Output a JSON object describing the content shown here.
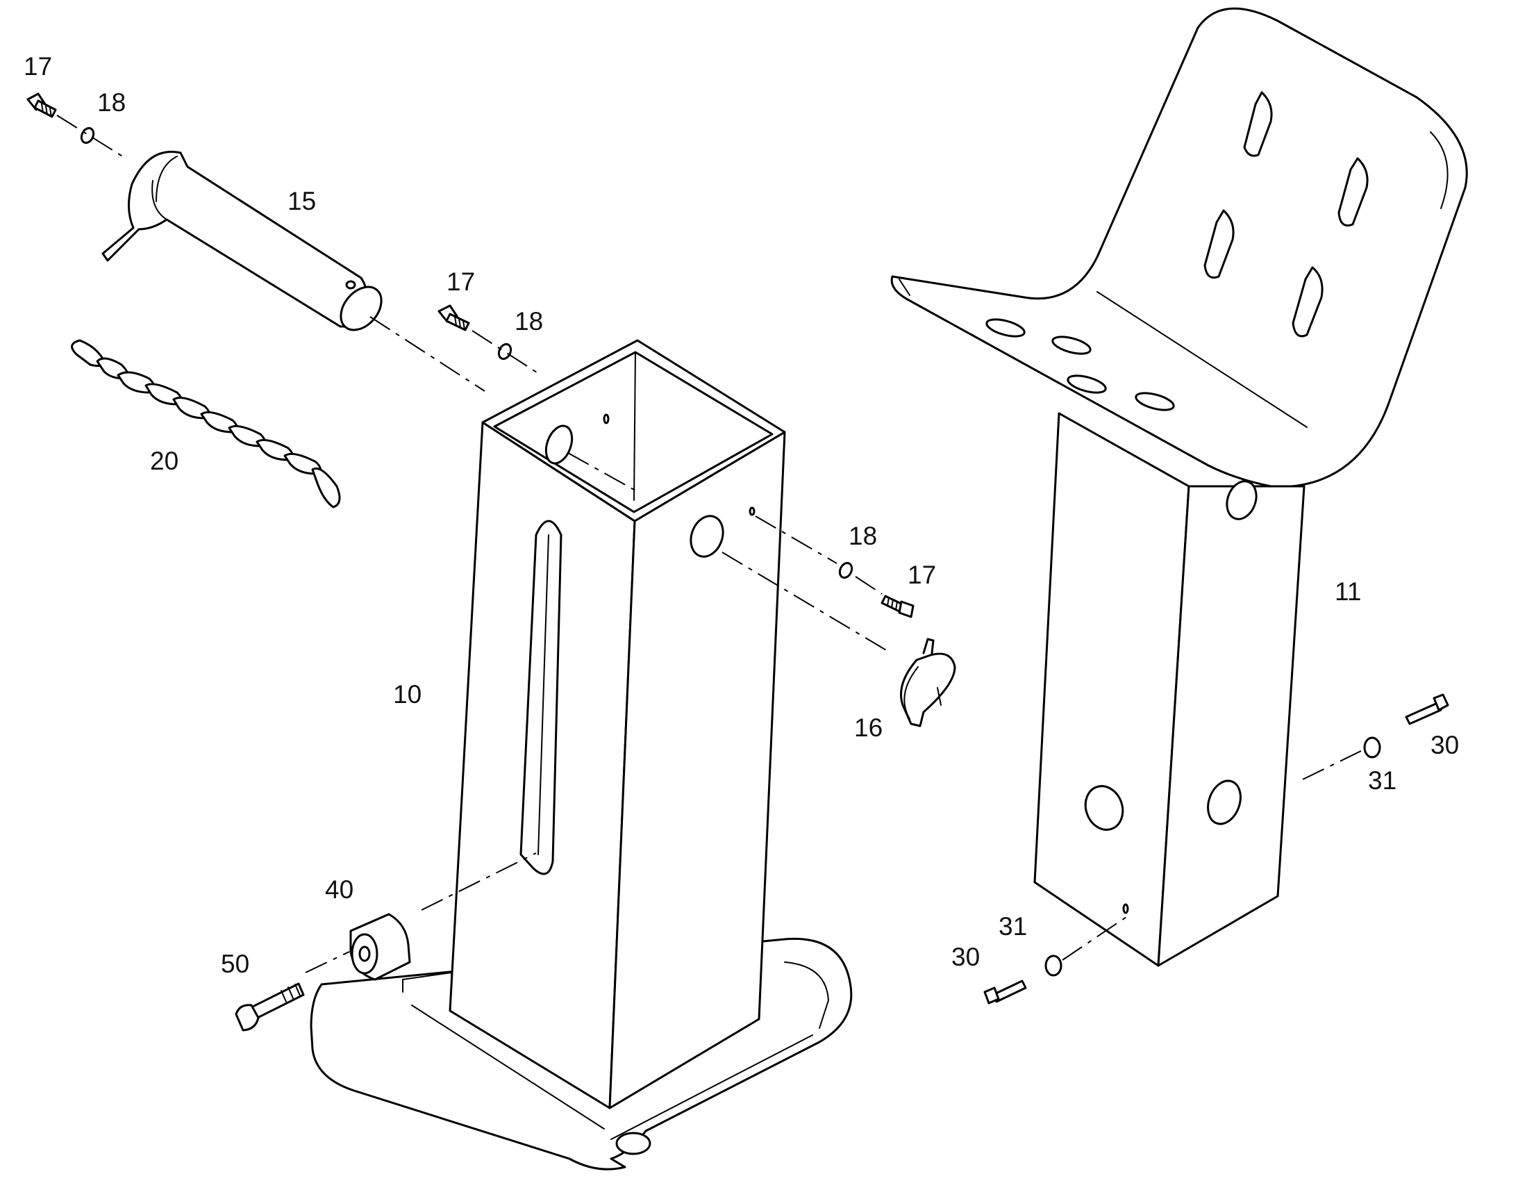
{
  "callouts": {
    "c17a": "17",
    "c18a": "18",
    "c15": "15",
    "c17b": "17",
    "c18b": "18",
    "c20": "20",
    "c18c": "18",
    "c17c": "17",
    "c11": "11",
    "c10": "10",
    "c16": "16",
    "c30a": "30",
    "c31a": "31",
    "c40": "40",
    "c31b": "31",
    "c30b": "30",
    "c50": "50"
  }
}
